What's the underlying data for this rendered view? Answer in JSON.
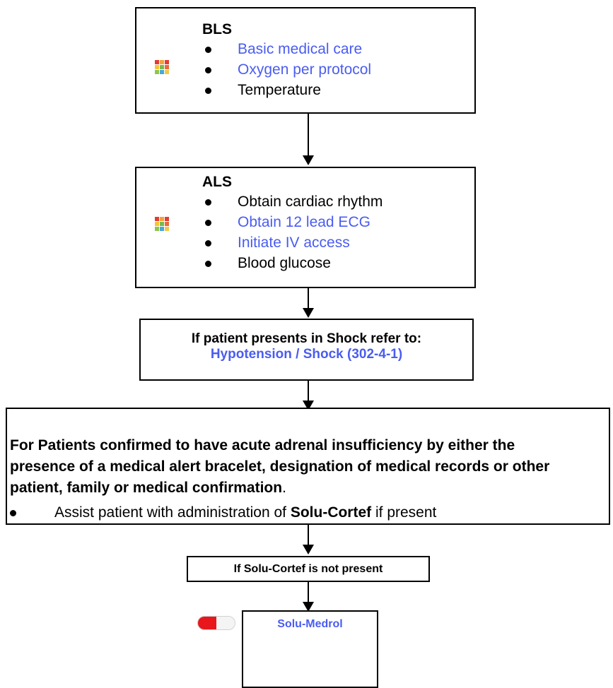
{
  "bls": {
    "title": "BLS",
    "items": [
      "Basic medical care",
      "Oxygen per protocol",
      "Temperature"
    ]
  },
  "als": {
    "title": "ALS",
    "items": [
      "Obtain cardiac rhythm",
      "Obtain 12 lead ECG",
      "Initiate IV access",
      "Blood glucose"
    ]
  },
  "shock": {
    "line1": "If patient presents in Shock refer to:",
    "link": "Hypotension / Shock (302-4-1)"
  },
  "adrenal": {
    "paragraph": "For Patients confirmed to have acute adrenal insufficiency by either the presence of a medical alert bracelet, designation of medical records or other patient, family or medical confirmation",
    "period": ".",
    "bullet_pre": "Assist patient with administration of ",
    "bullet_bold": "Solu-Cortef",
    "bullet_post": " if present"
  },
  "not_present": {
    "label": "If Solu-Cortef is not present"
  },
  "medrol": {
    "label": "Solu-Medrol"
  },
  "colors": {
    "link": "#4a5cf0",
    "pill_red": "#e8171b"
  },
  "icons": {
    "procedure": "color-grid-icon",
    "medication": "pill-icon"
  }
}
